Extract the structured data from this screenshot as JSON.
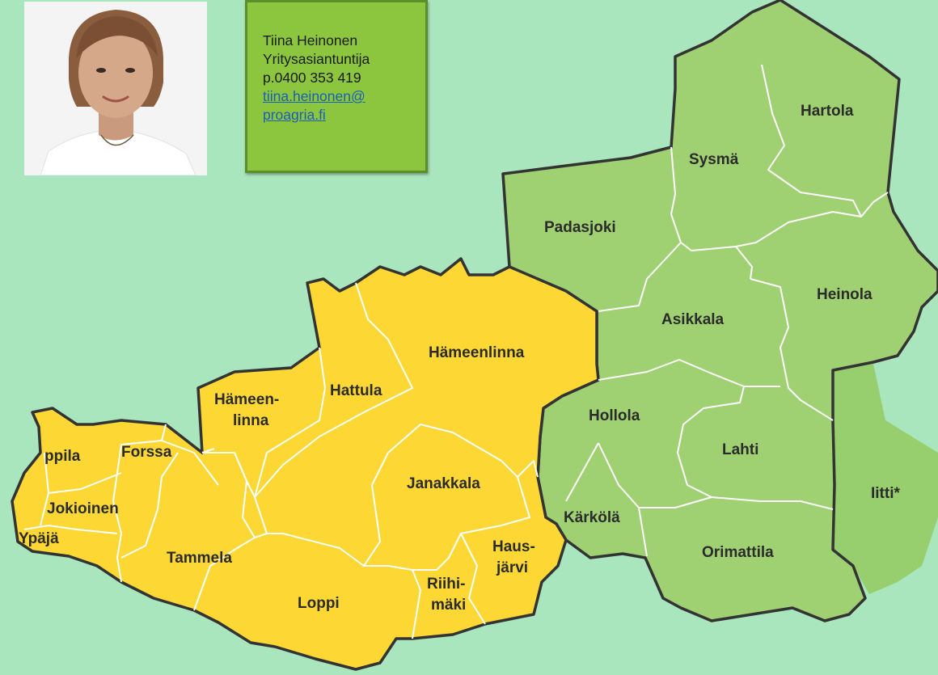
{
  "contact": {
    "name": "Tiina Heinonen",
    "role": "Yritysasiantuntija",
    "phone": "p.0400 353 419",
    "email_part1": "tiina.heinonen@",
    "email_part2": "proagria.fi"
  },
  "map": {
    "colors": {
      "background": "#a9e5bd",
      "green_region": "#9fd173",
      "yellow_region": "#fdd835",
      "border": "#333333",
      "inner_border": "#ffffff",
      "iitti_region": "#97cf6e"
    },
    "municipalities": {
      "hartola": "Hartola",
      "sysma": "Sysmä",
      "padasjoki": "Padasjoki",
      "heinola": "Heinola",
      "asikkala": "Asikkala",
      "hameenlinna": "Hämeenlinna",
      "hattula": "Hattula",
      "hameenlinna2_a": "Hämeen-",
      "hameenlinna2_b": "linna",
      "hollola": "Hollola",
      "lahti": "Lahti",
      "iitti": "Iitti*",
      "ypplia": "ppila",
      "forssa": "Forssa",
      "janakkala": "Janakkala",
      "jokioinen": "Jokioinen",
      "ypaja": "Ypäjä",
      "tammela": "Tammela",
      "karkola": "Kärkölä",
      "orimattila": "Orimattila",
      "haus_a": "Haus-",
      "haus_b": "järvi",
      "riihi_a": "Riihi-",
      "riihi_b": "mäki",
      "loppi": "Loppi"
    }
  }
}
